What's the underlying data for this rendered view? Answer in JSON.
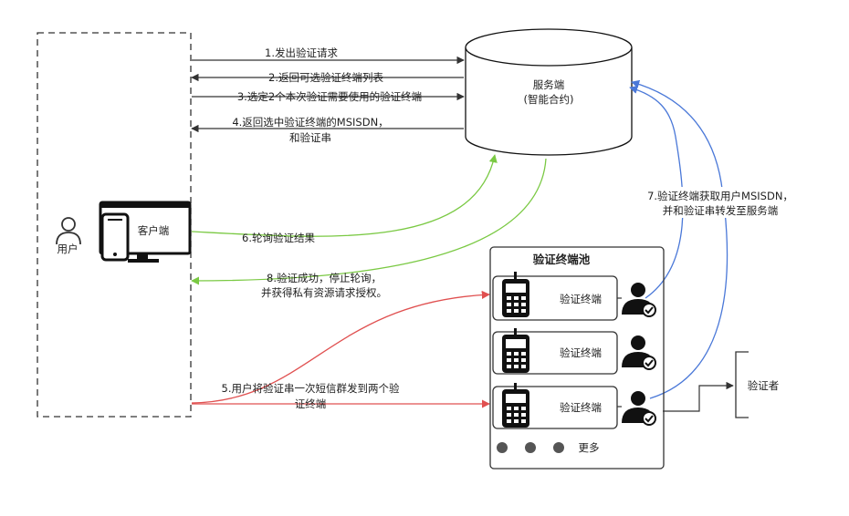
{
  "user": {
    "label": "用户"
  },
  "client": {
    "label": "客户端"
  },
  "server": {
    "line1": "服务端",
    "line2": "(智能合约)"
  },
  "pool": {
    "title": "验证终端池",
    "terminals": [
      "验证终端",
      "验证终端",
      "验证终端"
    ],
    "more": "更多"
  },
  "verifier": {
    "label": "验证者"
  },
  "steps": {
    "s1": "1.发出验证请求",
    "s2": "2.返回可选验证终端列表",
    "s3": "3.选定2个本次验证需要使用的验证终端",
    "s4a": "4.返回选中验证终端的MSISDN，",
    "s4b": "和验证串",
    "s5a": "5.用户将验证串一次短信群发到两个验",
    "s5b": "证终端",
    "s6": "6.轮询验证结果",
    "s7a": "7.验证终端获取用户MSISDN，",
    "s7b": "并和验证串转发至服务端",
    "s8a": "8.验证成功，停止轮询，",
    "s8b": "并获得私有资源请求授权。"
  },
  "colors": {
    "black": "#333333",
    "green": "#7ac943",
    "red": "#e05050",
    "blue": "#4a78d8"
  }
}
